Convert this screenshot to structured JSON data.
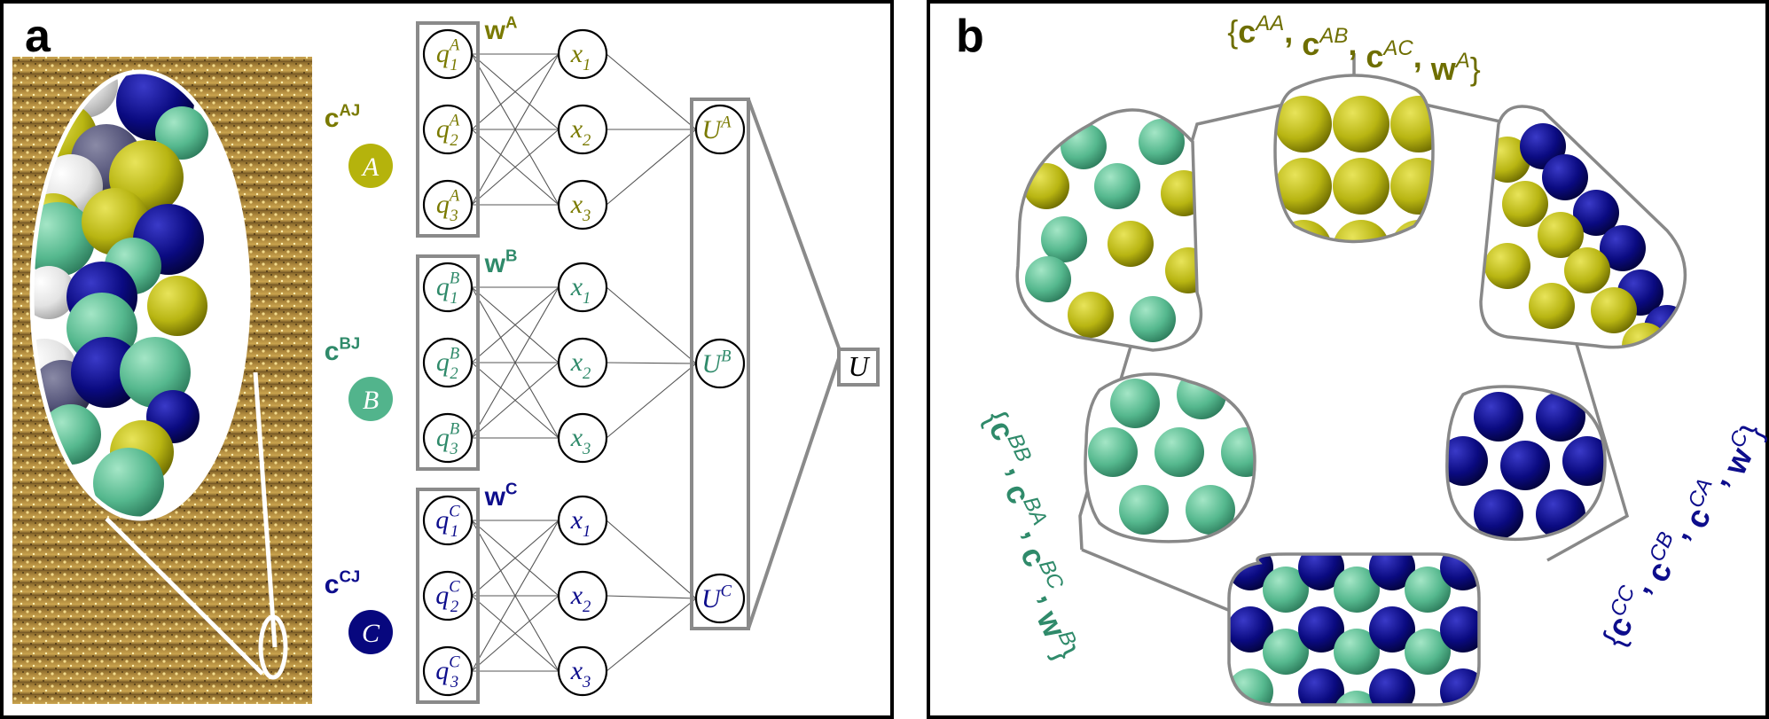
{
  "panel_a": {
    "letter": "a",
    "groups": [
      {
        "key": "A",
        "color": "#7a7a00",
        "circle_color": "#b5b30c",
        "c_base": "c",
        "c_sup": "AJ",
        "circle_label": "A",
        "w_base": "w",
        "w_sup": "A",
        "q": [
          {
            "base": "q",
            "sub": "1",
            "sup": "A"
          },
          {
            "base": "q",
            "sub": "2",
            "sup": "A"
          },
          {
            "base": "q",
            "sub": "3",
            "sup": "A"
          }
        ],
        "x": [
          {
            "base": "x",
            "sub": "1"
          },
          {
            "base": "x",
            "sub": "2"
          },
          {
            "base": "x",
            "sub": "3"
          }
        ],
        "u": {
          "base": "U",
          "sup": "A"
        }
      },
      {
        "key": "B",
        "color": "#2f8a6a",
        "circle_color": "#52b48c",
        "c_base": "c",
        "c_sup": "BJ",
        "circle_label": "B",
        "w_base": "w",
        "w_sup": "B",
        "q": [
          {
            "base": "q",
            "sub": "1",
            "sup": "B"
          },
          {
            "base": "q",
            "sub": "2",
            "sup": "B"
          },
          {
            "base": "q",
            "sub": "3",
            "sup": "B"
          }
        ],
        "x": [
          {
            "base": "x",
            "sub": "1"
          },
          {
            "base": "x",
            "sub": "2"
          },
          {
            "base": "x",
            "sub": "3"
          }
        ],
        "u": {
          "base": "U",
          "sup": "B"
        }
      },
      {
        "key": "C",
        "color": "#0d0d8c",
        "circle_color": "#07077e",
        "c_base": "c",
        "c_sup": "CJ",
        "circle_label": "C",
        "w_base": "w",
        "w_sup": "C",
        "q": [
          {
            "base": "q",
            "sub": "1",
            "sup": "C"
          },
          {
            "base": "q",
            "sub": "2",
            "sup": "C"
          },
          {
            "base": "q",
            "sub": "3",
            "sup": "C"
          }
        ],
        "x": [
          {
            "base": "x",
            "sub": "1"
          },
          {
            "base": "x",
            "sub": "2"
          },
          {
            "base": "x",
            "sub": "3"
          }
        ],
        "u": {
          "base": "U",
          "sup": "C"
        }
      }
    ],
    "output": "U"
  },
  "panel_b": {
    "letter": "b",
    "label_a": {
      "color": "#6e6e00",
      "open": "{",
      "close": "}",
      "terms": [
        {
          "base": "c",
          "sup": "AA"
        },
        {
          "base": "c",
          "sup": "AB"
        },
        {
          "base": "c",
          "sup": "AC"
        },
        {
          "base": "w",
          "sup": "A"
        }
      ]
    },
    "label_b": {
      "color": "#2f8a6a",
      "open": "{",
      "close": "}",
      "terms": [
        {
          "base": "c",
          "sup": "BB"
        },
        {
          "base": "c",
          "sup": "BA"
        },
        {
          "base": "c",
          "sup": "BC"
        },
        {
          "base": "w",
          "sup": "B"
        }
      ]
    },
    "label_c": {
      "color": "#0d0d8c",
      "open": "{",
      "close": "}",
      "terms": [
        {
          "base": "c",
          "sup": "CC"
        },
        {
          "base": "c",
          "sup": "CB"
        },
        {
          "base": "c",
          "sup": "CA"
        },
        {
          "base": "w",
          "sup": "C"
        }
      ]
    },
    "tile_colors": {
      "yellow": "#b8b512",
      "green": "#55b88e",
      "navy": "#0a0a80"
    }
  }
}
